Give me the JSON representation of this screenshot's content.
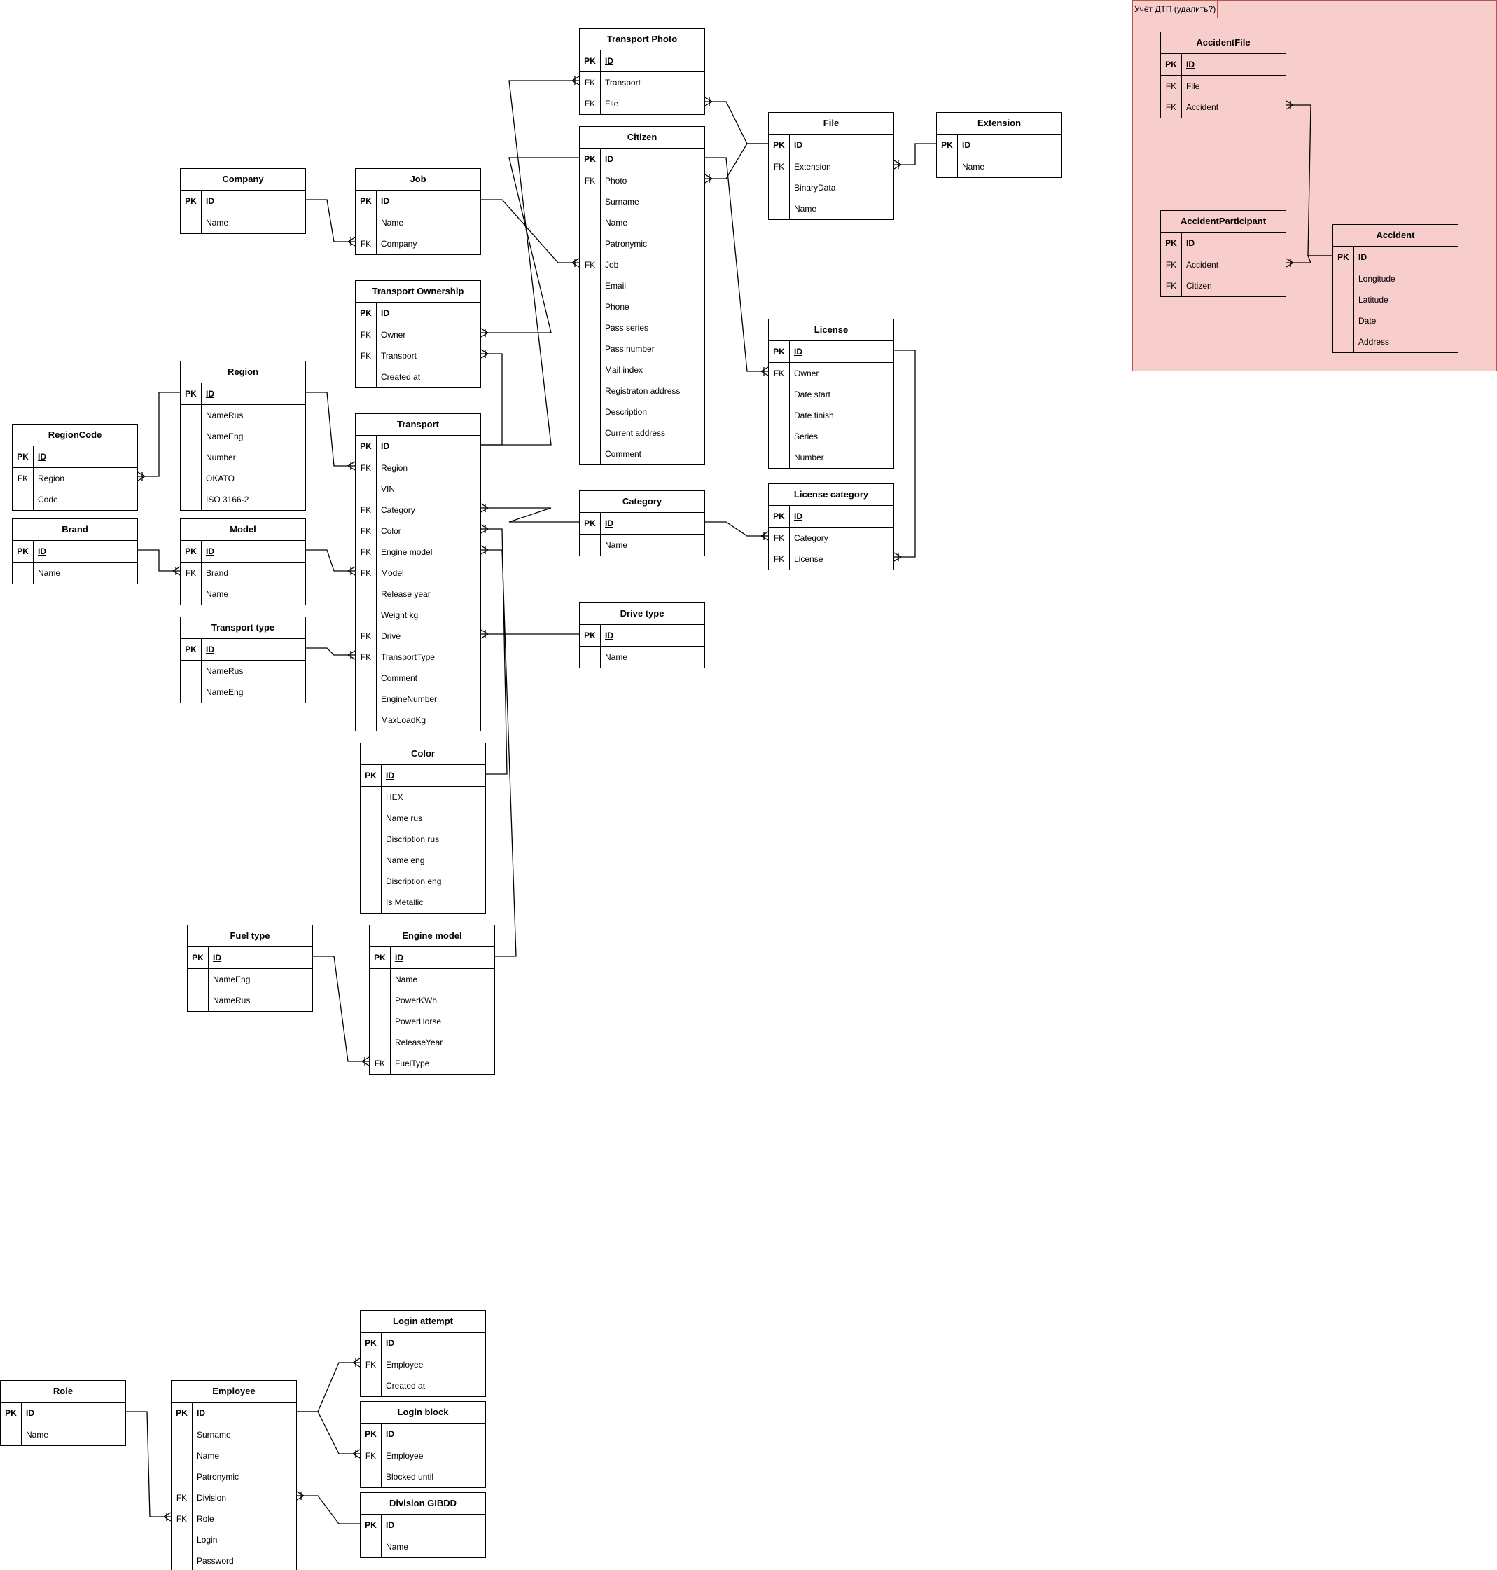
{
  "group": {
    "label": "Учёт ДТП (удалить?)"
  },
  "tables": [
    {
      "id": "transport_photo",
      "title": "Transport Photo",
      "fields": [
        {
          "key": "PK",
          "name": "ID"
        },
        {
          "key": "FK",
          "name": "Transport"
        },
        {
          "key": "FK",
          "name": "File"
        }
      ]
    },
    {
      "id": "citizen",
      "title": "Citizen",
      "fields": [
        {
          "key": "PK",
          "name": "ID"
        },
        {
          "key": "FK",
          "name": "Photo"
        },
        {
          "key": "",
          "name": "Surname"
        },
        {
          "key": "",
          "name": "Name"
        },
        {
          "key": "",
          "name": "Patronymic"
        },
        {
          "key": "FK",
          "name": "Job"
        },
        {
          "key": "",
          "name": "Email"
        },
        {
          "key": "",
          "name": "Phone"
        },
        {
          "key": "",
          "name": "Pass series"
        },
        {
          "key": "",
          "name": "Pass number"
        },
        {
          "key": "",
          "name": "Mail index"
        },
        {
          "key": "",
          "name": "Registraton address"
        },
        {
          "key": "",
          "name": "Description"
        },
        {
          "key": "",
          "name": "Current address"
        },
        {
          "key": "",
          "name": "Comment"
        }
      ]
    },
    {
      "id": "file",
      "title": "File",
      "fields": [
        {
          "key": "PK",
          "name": "ID"
        },
        {
          "key": "FK",
          "name": "Extension"
        },
        {
          "key": "",
          "name": "BinaryData"
        },
        {
          "key": "",
          "name": "Name"
        }
      ]
    },
    {
      "id": "extension",
      "title": "Extension",
      "fields": [
        {
          "key": "PK",
          "name": "ID"
        },
        {
          "key": "",
          "name": "Name"
        }
      ]
    },
    {
      "id": "company",
      "title": "Company",
      "fields": [
        {
          "key": "PK",
          "name": "ID"
        },
        {
          "key": "",
          "name": "Name"
        }
      ]
    },
    {
      "id": "job",
      "title": "Job",
      "fields": [
        {
          "key": "PK",
          "name": "ID"
        },
        {
          "key": "",
          "name": "Name"
        },
        {
          "key": "FK",
          "name": "Company"
        }
      ]
    },
    {
      "id": "transport_ownership",
      "title": "Transport Ownership",
      "fields": [
        {
          "key": "PK",
          "name": "ID"
        },
        {
          "key": "FK",
          "name": "Owner"
        },
        {
          "key": "FK",
          "name": "Transport"
        },
        {
          "key": "",
          "name": "Created at"
        }
      ]
    },
    {
      "id": "region",
      "title": "Region",
      "fields": [
        {
          "key": "PK",
          "name": "ID"
        },
        {
          "key": "",
          "name": "NameRus"
        },
        {
          "key": "",
          "name": "NameEng"
        },
        {
          "key": "",
          "name": "Number"
        },
        {
          "key": "",
          "name": "OKATO"
        },
        {
          "key": "",
          "name": "ISO 3166-2"
        }
      ]
    },
    {
      "id": "region_code",
      "title": "RegionCode",
      "fields": [
        {
          "key": "PK",
          "name": "ID"
        },
        {
          "key": "FK",
          "name": "Region"
        },
        {
          "key": "",
          "name": "Code"
        }
      ]
    },
    {
      "id": "transport",
      "title": "Transport",
      "fields": [
        {
          "key": "PK",
          "name": "ID"
        },
        {
          "key": "FK",
          "name": "Region"
        },
        {
          "key": "",
          "name": "VIN"
        },
        {
          "key": "FK",
          "name": "Category"
        },
        {
          "key": "FK",
          "name": "Color"
        },
        {
          "key": "FK",
          "name": "Engine model"
        },
        {
          "key": "FK",
          "name": "Model"
        },
        {
          "key": "",
          "name": "Release year"
        },
        {
          "key": "",
          "name": "Weight kg"
        },
        {
          "key": "FK",
          "name": "Drive"
        },
        {
          "key": "FK",
          "name": "TransportType"
        },
        {
          "key": "",
          "name": "Comment"
        },
        {
          "key": "",
          "name": "EngineNumber"
        },
        {
          "key": "",
          "name": "MaxLoadKg"
        }
      ]
    },
    {
      "id": "license",
      "title": "License",
      "fields": [
        {
          "key": "PK",
          "name": "ID"
        },
        {
          "key": "FK",
          "name": "Owner"
        },
        {
          "key": "",
          "name": "Date start"
        },
        {
          "key": "",
          "name": "Date finish"
        },
        {
          "key": "",
          "name": "Series"
        },
        {
          "key": "",
          "name": "Number"
        }
      ]
    },
    {
      "id": "category",
      "title": "Category",
      "fields": [
        {
          "key": "PK",
          "name": "ID"
        },
        {
          "key": "",
          "name": "Name"
        }
      ]
    },
    {
      "id": "license_category",
      "title": "License category",
      "fields": [
        {
          "key": "PK",
          "name": "ID"
        },
        {
          "key": "FK",
          "name": "Category"
        },
        {
          "key": "FK",
          "name": "License"
        }
      ]
    },
    {
      "id": "brand",
      "title": "Brand",
      "fields": [
        {
          "key": "PK",
          "name": "ID"
        },
        {
          "key": "",
          "name": "Name"
        }
      ]
    },
    {
      "id": "model",
      "title": "Model",
      "fields": [
        {
          "key": "PK",
          "name": "ID"
        },
        {
          "key": "FK",
          "name": "Brand"
        },
        {
          "key": "",
          "name": "Name"
        }
      ]
    },
    {
      "id": "drive_type",
      "title": "Drive type",
      "fields": [
        {
          "key": "PK",
          "name": "ID"
        },
        {
          "key": "",
          "name": "Name"
        }
      ]
    },
    {
      "id": "transport_type",
      "title": "Transport type",
      "fields": [
        {
          "key": "PK",
          "name": "ID"
        },
        {
          "key": "",
          "name": "NameRus"
        },
        {
          "key": "",
          "name": "NameEng"
        }
      ]
    },
    {
      "id": "color",
      "title": "Color",
      "fields": [
        {
          "key": "PK",
          "name": "ID"
        },
        {
          "key": "",
          "name": "HEX"
        },
        {
          "key": "",
          "name": "Name rus"
        },
        {
          "key": "",
          "name": "Discription rus"
        },
        {
          "key": "",
          "name": "Name eng"
        },
        {
          "key": "",
          "name": "Discription eng"
        },
        {
          "key": "",
          "name": "Is Metallic"
        }
      ]
    },
    {
      "id": "fuel_type",
      "title": "Fuel type",
      "fields": [
        {
          "key": "PK",
          "name": "ID"
        },
        {
          "key": "",
          "name": "NameEng"
        },
        {
          "key": "",
          "name": "NameRus"
        }
      ]
    },
    {
      "id": "engine_model",
      "title": "Engine model",
      "fields": [
        {
          "key": "PK",
          "name": "ID"
        },
        {
          "key": "",
          "name": "Name"
        },
        {
          "key": "",
          "name": "PowerKWh"
        },
        {
          "key": "",
          "name": "PowerHorse"
        },
        {
          "key": "",
          "name": "ReleaseYear"
        },
        {
          "key": "FK",
          "name": "FuelType"
        }
      ]
    },
    {
      "id": "accident_file",
      "title": "AccidentFile",
      "fields": [
        {
          "key": "PK",
          "name": "ID"
        },
        {
          "key": "FK",
          "name": "File"
        },
        {
          "key": "FK",
          "name": "Accident"
        }
      ]
    },
    {
      "id": "accident_participant",
      "title": "AccidentParticipant",
      "fields": [
        {
          "key": "PK",
          "name": "ID"
        },
        {
          "key": "FK",
          "name": "Accident"
        },
        {
          "key": "FK",
          "name": "Citizen"
        }
      ]
    },
    {
      "id": "accident",
      "title": "Accident",
      "fields": [
        {
          "key": "PK",
          "name": "ID"
        },
        {
          "key": "",
          "name": "Longitude"
        },
        {
          "key": "",
          "name": "Latitude"
        },
        {
          "key": "",
          "name": "Date"
        },
        {
          "key": "",
          "name": "Address"
        }
      ]
    },
    {
      "id": "role",
      "title": "Role",
      "fields": [
        {
          "key": "PK",
          "name": "ID"
        },
        {
          "key": "",
          "name": "Name"
        }
      ]
    },
    {
      "id": "employee",
      "title": "Employee",
      "fields": [
        {
          "key": "PK",
          "name": "ID"
        },
        {
          "key": "",
          "name": "Surname"
        },
        {
          "key": "",
          "name": "Name"
        },
        {
          "key": "",
          "name": "Patronymic"
        },
        {
          "key": "FK",
          "name": "Division"
        },
        {
          "key": "FK",
          "name": "Role"
        },
        {
          "key": "",
          "name": "Login"
        },
        {
          "key": "",
          "name": "Password"
        }
      ]
    },
    {
      "id": "login_attempt",
      "title": "Login attempt",
      "fields": [
        {
          "key": "PK",
          "name": "ID"
        },
        {
          "key": "FK",
          "name": "Employee"
        },
        {
          "key": "",
          "name": "Created at"
        }
      ]
    },
    {
      "id": "login_block",
      "title": "Login block",
      "fields": [
        {
          "key": "PK",
          "name": "ID"
        },
        {
          "key": "FK",
          "name": "Employee"
        },
        {
          "key": "",
          "name": "Blocked until"
        }
      ]
    },
    {
      "id": "division_gibdd",
      "title": "Division GIBDD",
      "fields": [
        {
          "key": "PK",
          "name": "ID"
        },
        {
          "key": "",
          "name": "Name"
        }
      ]
    }
  ]
}
